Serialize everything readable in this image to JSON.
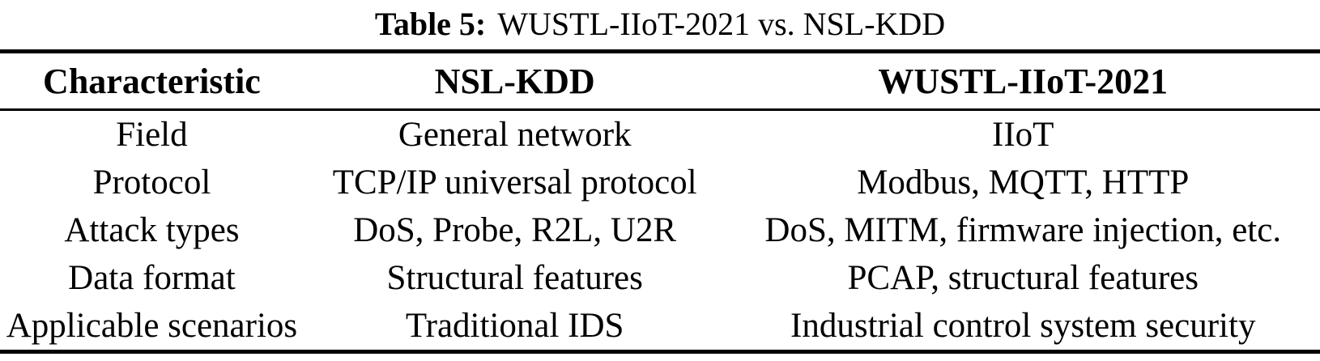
{
  "caption": {
    "label": "Table 5:",
    "title": "WUSTL-IIoT-2021 vs. NSL-KDD"
  },
  "table": {
    "columns": [
      "Characteristic",
      "NSL-KDD",
      "WUSTL-IIoT-2021"
    ],
    "rows": [
      [
        "Field",
        "General network",
        "IIoT"
      ],
      [
        "Protocol",
        "TCP/IP universal protocol",
        "Modbus, MQTT, HTTP"
      ],
      [
        "Attack types",
        "DoS, Probe, R2L, U2R",
        "DoS, MITM, firmware injection, etc."
      ],
      [
        "Data format",
        "Structural features",
        "PCAP, structural features"
      ],
      [
        "Applicable scenarios",
        "Traditional IDS",
        "Industrial control system security"
      ]
    ]
  },
  "colors": {
    "text": "#000000",
    "background": "#ffffff",
    "rule": "#000000"
  }
}
